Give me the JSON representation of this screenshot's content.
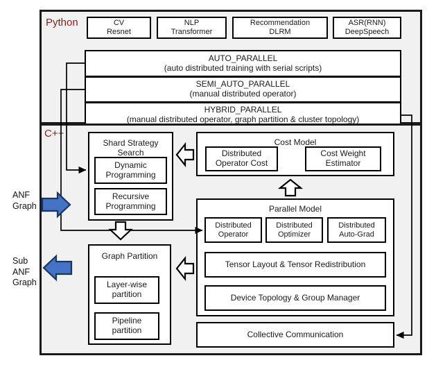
{
  "diagram": {
    "title": "Auto-parallel framework architecture",
    "layers": [
      {
        "name": "python",
        "label": "Python"
      },
      {
        "name": "cpp",
        "label": "C++"
      }
    ],
    "colors": {
      "layer_label": "#8d1c1c",
      "frame_border": "#1a1a1a",
      "frame_fill": "#f1f1f1",
      "box_border": "#000000",
      "box_fill": "#ffffff",
      "blue_arrow": "#4472c4",
      "blue_arrow_outline": "#17375e",
      "hollow_arrow_outline": "#000000"
    }
  },
  "python_layer": {
    "label": "Python",
    "models": [
      {
        "line1": "CV",
        "line2": "Resnet"
      },
      {
        "line1": "NLP",
        "line2": "Transformer"
      },
      {
        "line1": "Recommendation",
        "line2": "DLRM"
      },
      {
        "line1": "ASR(RNN)",
        "line2": "DeepSpeech"
      }
    ],
    "modes": [
      {
        "title": "AUTO_PARALLEL",
        "subtitle": "(auto distributed training with serial scripts)"
      },
      {
        "title": "SEMI_AUTO_PARALLEL",
        "subtitle": "(manual distributed operator)"
      },
      {
        "title": "HYBRID_PARALLEL",
        "subtitle": "(manual distributed operator, graph partition & cluster topology)"
      }
    ]
  },
  "cpp_layer": {
    "label": "C++",
    "shard_strategy_search": {
      "title_line1": "Shard Strategy",
      "title_line2": "Search",
      "items": [
        {
          "line1": "Dynamic",
          "line2": "Programming"
        },
        {
          "line1": "Recursive",
          "line2": "Programming"
        }
      ]
    },
    "graph_partition": {
      "title": "Graph Partition",
      "items": [
        {
          "line1": "Layer-wise",
          "line2": "partition"
        },
        {
          "line1": "Pipeline",
          "line2": "partition"
        }
      ]
    },
    "cost_model": {
      "title": "Cost Model",
      "items": [
        {
          "line1": "Distributed",
          "line2": "Operator Cost"
        },
        {
          "line1": "Cost Weight",
          "line2": "Estimator"
        }
      ]
    },
    "parallel_model": {
      "title": "Parallel Model",
      "top_items": [
        {
          "line1": "Distributed",
          "line2": "Operator"
        },
        {
          "line1": "Distributed",
          "line2": "Optimizer"
        },
        {
          "line1": "Distributed",
          "line2": "Auto-Grad"
        }
      ],
      "wide_items": [
        {
          "label": "Tensor Layout & Tensor Redistribution"
        },
        {
          "label": "Device Topology & Group Manager"
        }
      ]
    },
    "collective_communication": {
      "label": "Collective Communication"
    }
  },
  "io_labels": {
    "input": {
      "line1": "ANF",
      "line2": "Graph"
    },
    "output": {
      "line1": "Sub",
      "line2": "ANF",
      "line3": "Graph"
    }
  },
  "arrows": {
    "input_arrow": "blue-right-arrow",
    "output_arrow": "blue-left-arrow",
    "cost_to_shard": "hollow-left-arrow",
    "parallel_to_cost": "hollow-up-arrow",
    "shard_to_graph_partition": "hollow-down-arrow",
    "parallel_to_graph_partition": "hollow-left-arrow"
  }
}
